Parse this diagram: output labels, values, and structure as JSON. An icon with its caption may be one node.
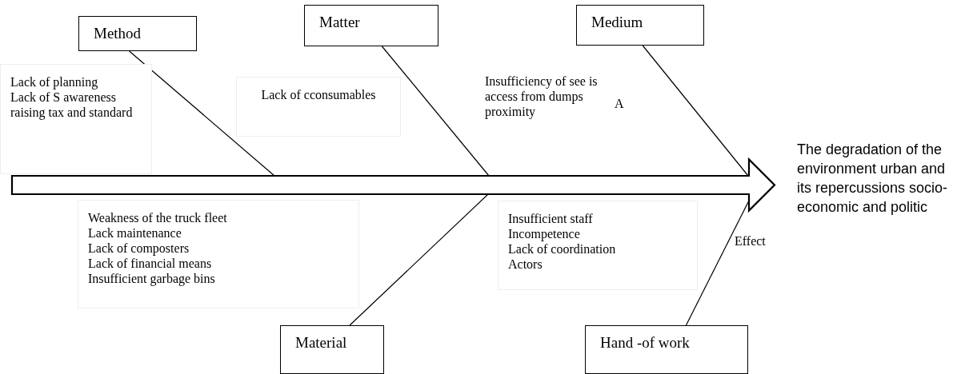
{
  "diagram": {
    "nodes": [
      {
        "text": [
          "Method"
        ]
      },
      {
        "text": [
          "Matter"
        ]
      },
      {
        "text": [
          "Medium"
        ]
      },
      {
        "text": [
          "Lack of planning",
          "Lack of S awareness raising tax and standard"
        ]
      },
      {
        "text": [
          "Lack of cconsumables"
        ]
      },
      {
        "text": [
          "The degradation of the environment urban and its repercussions socio-economic and politic"
        ]
      },
      {
        "text": [
          "Weakness of the truck fleet",
          "Lack maintenance",
          "Lack of composters",
          "Lack of financial means",
          "Insufficient garbage bins"
        ]
      },
      {
        "text": [
          "Insufficient staff",
          "Incompetence",
          "Lack of coordination",
          "Actors"
        ]
      },
      {
        "text": [
          "Material"
        ]
      },
      {
        "text": [
          "Hand -of work"
        ]
      }
    ],
    "edges": [
      {
        "from": 0,
        "to": null,
        "arrow": "none"
      },
      {
        "from": 1,
        "to": null,
        "arrow": "none"
      },
      {
        "from": 2,
        "to": null,
        "arrow": "none"
      },
      {
        "from": 8,
        "to": null,
        "arrow": "none"
      },
      {
        "from": 9,
        "to": null,
        "arrow": "none"
      },
      {
        "from": null,
        "to": 5,
        "arrow": "to",
        "style": "thick"
      }
    ],
    "labels": [
      "Insufficiency of see is access from dumps proximity",
      "A",
      "Effect"
    ]
  }
}
